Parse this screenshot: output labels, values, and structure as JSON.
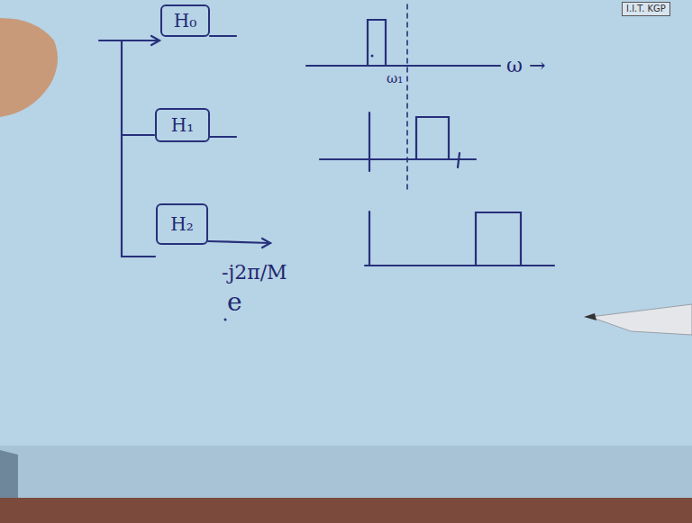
{
  "diagram": {
    "nodes": [
      {
        "text": [
          "H₀"
        ]
      },
      {
        "text": [
          "H₁"
        ]
      },
      {
        "text": [
          "H₂"
        ]
      }
    ],
    "labels": [
      "I.I.T. KGP",
      "ω₁",
      "ω →",
      "-j2π/M",
      "e"
    ]
  }
}
